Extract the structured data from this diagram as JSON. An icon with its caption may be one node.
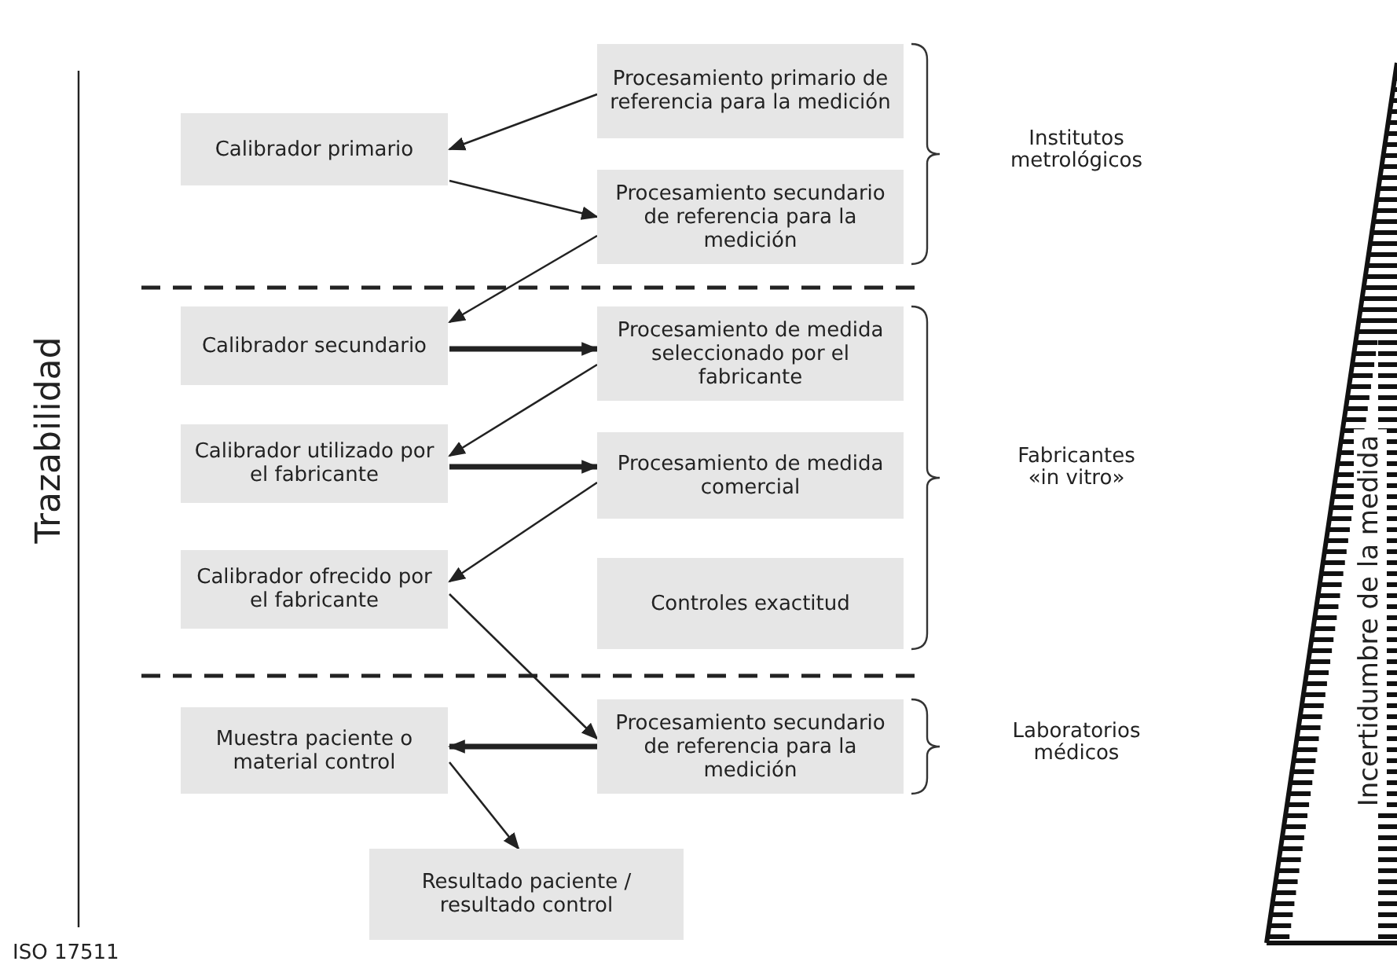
{
  "diagram": {
    "nodes": [
      {
        "text": [
          "Procesamiento primario de referencia para la medición"
        ]
      },
      {
        "text": [
          "Calibrador primario"
        ]
      },
      {
        "text": [
          "Procesamiento secundario de referencia para la medición"
        ]
      },
      {
        "text": [
          "Calibrador secundario"
        ]
      },
      {
        "text": [
          "Procesamiento de medida seleccionado por el fabricante"
        ]
      },
      {
        "text": [
          "Calibrador utilizado por el fabricante"
        ]
      },
      {
        "text": [
          "Procesamiento de medida comercial"
        ]
      },
      {
        "text": [
          "Calibrador ofrecido por el fabricante"
        ]
      },
      {
        "text": [
          "Controles exactitud"
        ]
      },
      {
        "text": [
          "Muestra paciente o material control"
        ]
      },
      {
        "text": [
          "Procesamiento secundario de referencia para la medición"
        ]
      },
      {
        "text": [
          "Resultado paciente / resultado control"
        ]
      }
    ],
    "edges": [
      {
        "from": 0,
        "to": 1,
        "arrow": "to"
      },
      {
        "from": 1,
        "to": 2,
        "arrow": "to"
      },
      {
        "from": 2,
        "to": 3,
        "arrow": "to"
      },
      {
        "from": 3,
        "to": 4,
        "arrow": "to",
        "style": "thick"
      },
      {
        "from": 4,
        "to": 5,
        "arrow": "to"
      },
      {
        "from": 5,
        "to": 6,
        "arrow": "to",
        "style": "thick"
      },
      {
        "from": 6,
        "to": 7,
        "arrow": "to"
      },
      {
        "from": 7,
        "to": 10,
        "arrow": "to"
      },
      {
        "from": 10,
        "to": 9,
        "arrow": "to",
        "style": "thick"
      },
      {
        "from": 9,
        "to": 11,
        "arrow": "to"
      }
    ],
    "labels": [
      "Trazabilidad",
      "Institutos metrológicos",
      "Fabricantes «in vitro»",
      "Laboratorios médicos",
      "Incertidumbre de la medida",
      "ISO 17511"
    ]
  }
}
